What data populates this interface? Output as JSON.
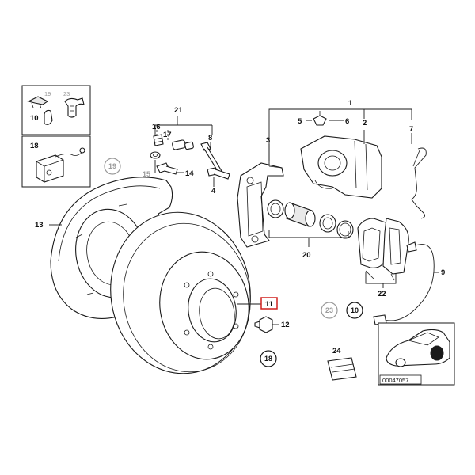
{
  "callouts": [
    {
      "id": "1",
      "text": "1"
    },
    {
      "id": "2",
      "text": "2"
    },
    {
      "id": "3",
      "text": "3"
    },
    {
      "id": "4",
      "text": "4"
    },
    {
      "id": "5",
      "text": "5"
    },
    {
      "id": "6",
      "text": "6"
    },
    {
      "id": "7",
      "text": "7"
    },
    {
      "id": "8",
      "text": "8"
    },
    {
      "id": "9",
      "text": "9"
    },
    {
      "id": "10",
      "text": "10"
    },
    {
      "id": "12",
      "text": "12"
    },
    {
      "id": "13",
      "text": "13"
    },
    {
      "id": "14",
      "text": "14"
    },
    {
      "id": "15",
      "text": "15"
    },
    {
      "id": "16",
      "text": "16"
    },
    {
      "id": "17",
      "text": "17"
    },
    {
      "id": "18",
      "text": "18"
    },
    {
      "id": "20",
      "text": "20"
    },
    {
      "id": "21",
      "text": "21"
    },
    {
      "id": "22",
      "text": "22"
    },
    {
      "id": "24",
      "text": "24"
    }
  ],
  "highlighted_callout": {
    "text": "11",
    "color": "#d0201e"
  },
  "circle_refs": {
    "ref_19": "19",
    "ref_23": "23",
    "ref_10": "10",
    "ref_18": "18"
  },
  "inset": {
    "label_19": "19",
    "label_23": "23",
    "label_10": "10",
    "label_18": "18"
  },
  "diagram_number": "00047057",
  "colors": {
    "line": "#1a1a1a",
    "highlight": "#d0201e",
    "faded": "#9a9a9a"
  }
}
